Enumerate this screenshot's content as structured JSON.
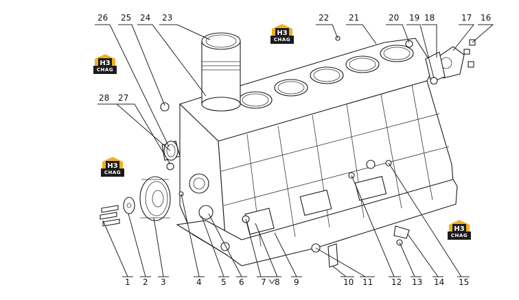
{
  "logo": {
    "mark": "H3",
    "text": "CHAG",
    "accent_color": "#f2b01e"
  },
  "callouts": [
    "1",
    "2",
    "3",
    "4",
    "5",
    "6",
    "7",
    "8",
    "9",
    "10",
    "11",
    "12",
    "13",
    "14",
    "15",
    "16",
    "17",
    "18",
    "19",
    "20",
    "21",
    "22",
    "23",
    "24",
    "25",
    "26",
    "27",
    "28"
  ]
}
